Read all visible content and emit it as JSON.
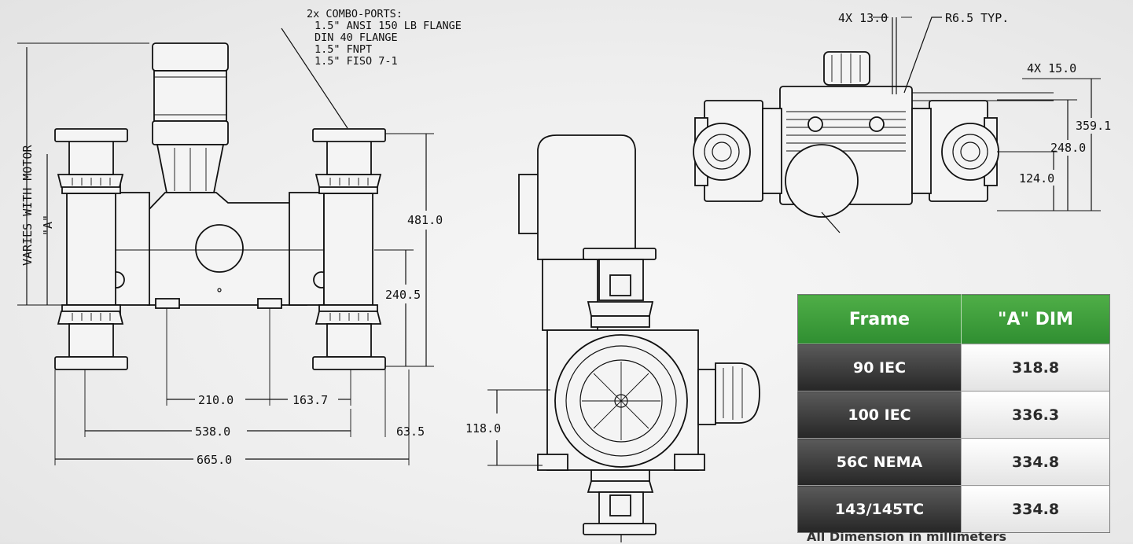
{
  "front_view": {
    "port_note": {
      "title": "2x COMBO-PORTS:",
      "lines": [
        "1.5\" ANSI 150 LB FLANGE",
        "DIN 40 FLANGE",
        "1.5\" FNPT",
        "1.5\" FISO 7-1"
      ]
    },
    "varies_label": "VARIES WITH MOTOR",
    "a_label": "\"A\"",
    "dims": {
      "height_total": "481.0",
      "height_center": "240.5",
      "d210": "210.0",
      "d163": "163.7",
      "d538": "538.0",
      "d63": "63.5",
      "d665": "665.0"
    }
  },
  "side_view": {
    "dims": {
      "h118": "118.0"
    }
  },
  "top_view": {
    "dims": {
      "hole": "4X 13.0",
      "radius": "R6.5 TYP.",
      "d15": "4X 15.0",
      "d359": "359.1",
      "d248": "248.0",
      "d124": "124.0"
    }
  },
  "table": {
    "headers": [
      "Frame",
      "\"A\" DIM"
    ],
    "rows": [
      {
        "frame": "90 IEC",
        "dim": "318.8"
      },
      {
        "frame": "100 IEC",
        "dim": "336.3"
      },
      {
        "frame": "56C NEMA",
        "dim": "334.8"
      },
      {
        "frame": "143/145TC",
        "dim": "334.8"
      }
    ],
    "footnote": "All Dimension in millimeters"
  }
}
